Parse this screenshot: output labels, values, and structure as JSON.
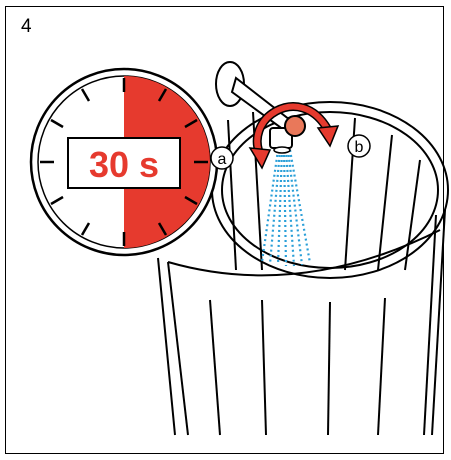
{
  "step": {
    "number": "4"
  },
  "timer": {
    "label": "30 s",
    "filled_fraction": 0.5,
    "accent_color": "#e63a2e"
  },
  "callouts": {
    "a": "a",
    "b": "b"
  },
  "colors": {
    "accent": "#e63a2e",
    "water": "#2a9fd8",
    "nozzle": "#e9785a",
    "line": "#000000"
  },
  "icons": [
    "stopwatch-icon",
    "rotate-arrow-icon",
    "shower-nozzle-icon",
    "water-spray-icon",
    "basket-icon"
  ]
}
